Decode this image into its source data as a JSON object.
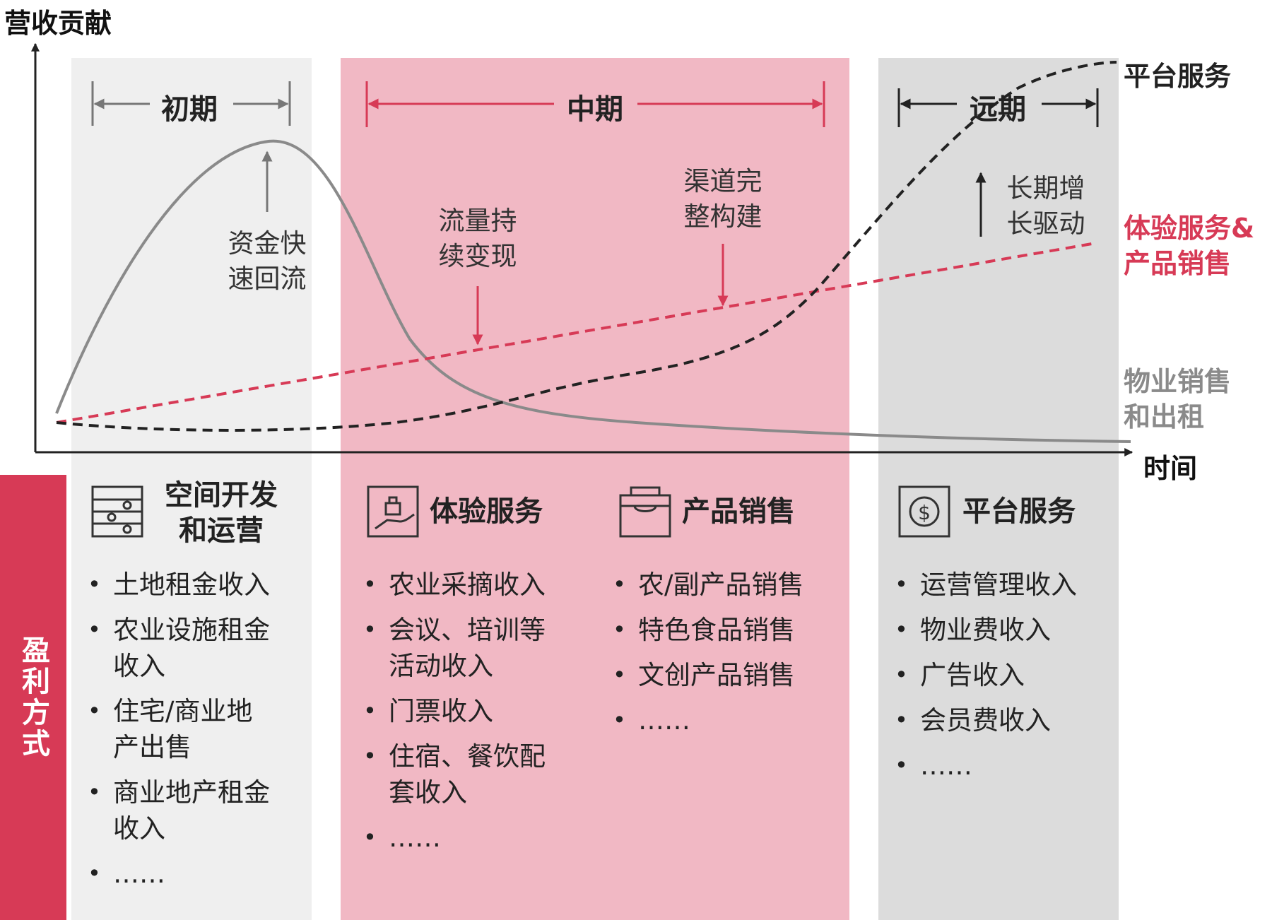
{
  "axes": {
    "y_label": "营收贡献",
    "x_label": "时间"
  },
  "stages": [
    {
      "id": "early",
      "label": "初期"
    },
    {
      "id": "mid",
      "label": "中期"
    },
    {
      "id": "late",
      "label": "远期"
    }
  ],
  "annotations": {
    "cash_return": "资金快\n速回流",
    "traffic": "流量持\n续变现",
    "channel": "渠道完\n整构建",
    "longterm": "长期增\n长驱动"
  },
  "curves": {
    "platform": {
      "label": "平台服务",
      "color": "#222222"
    },
    "experience": {
      "label": "体验服务&\n产品销售",
      "color": "#d73a56"
    },
    "property": {
      "label": "物业销售\n和出租",
      "color": "#8a8a8a"
    }
  },
  "colors": {
    "accent": "#d73a56",
    "mid_bg": "#f1b8c4",
    "early_bg": "#efefef",
    "late_bg": "#dcdcdc"
  },
  "side_label": "盈利方式",
  "categories": [
    {
      "id": "space",
      "title": "空间开发\n和运营",
      "icon": "sliders-icon",
      "items": [
        "土地租金收入",
        "农业设施租金\n收入",
        "住宅/商业地\n产出售",
        "商业地产租金\n收入",
        "……"
      ]
    },
    {
      "id": "experience",
      "title": "体验服务",
      "icon": "hand-service-icon",
      "items": [
        "农业采摘收入",
        "会议、培训等\n活动收入",
        "门票收入",
        "住宿、餐饮配\n套收入",
        "……"
      ]
    },
    {
      "id": "products",
      "title": "产品销售",
      "icon": "shopping-bag-icon",
      "items": [
        "农/副产品销售",
        "特色食品销售",
        "文创产品销售",
        "……"
      ]
    },
    {
      "id": "platform",
      "title": "平台服务",
      "icon": "dollar-coin-icon",
      "items": [
        "运营管理收入",
        "物业费收入",
        "广告收入",
        "会员费收入",
        "……"
      ]
    }
  ]
}
